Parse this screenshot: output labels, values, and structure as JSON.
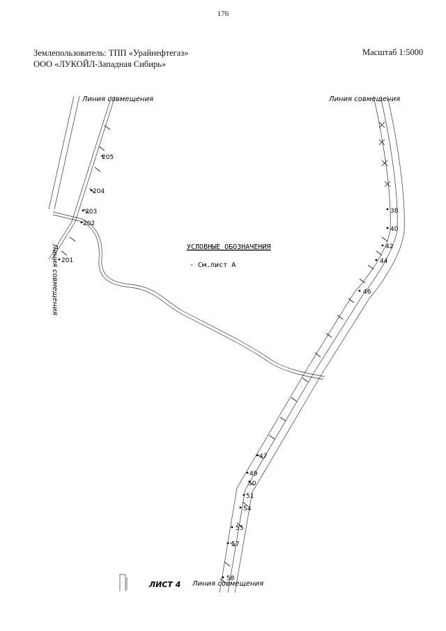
{
  "page_number": "176",
  "header": {
    "land_user_line1": "Землепользователь: ТПП «Урайнефтегаз»",
    "land_user_line2": "ООО «ЛУКОЙЛ-Западная Сибирь»",
    "scale": "Масштаб 1:5000"
  },
  "map": {
    "match_line_label": "Линия совмещения",
    "legend_title": "УСЛОВНЫЕ ОБОЗНАЧЕНИЯ",
    "legend_item": "- См.лист А",
    "sheet_label": "ЛИСТ 4",
    "left_points": [
      "205",
      "204",
      "203",
      "202",
      "201"
    ],
    "right_points": [
      "38",
      "40",
      "42",
      "44",
      "46",
      "47",
      "49",
      "50",
      "51",
      "54",
      "55",
      "57",
      "58"
    ]
  }
}
